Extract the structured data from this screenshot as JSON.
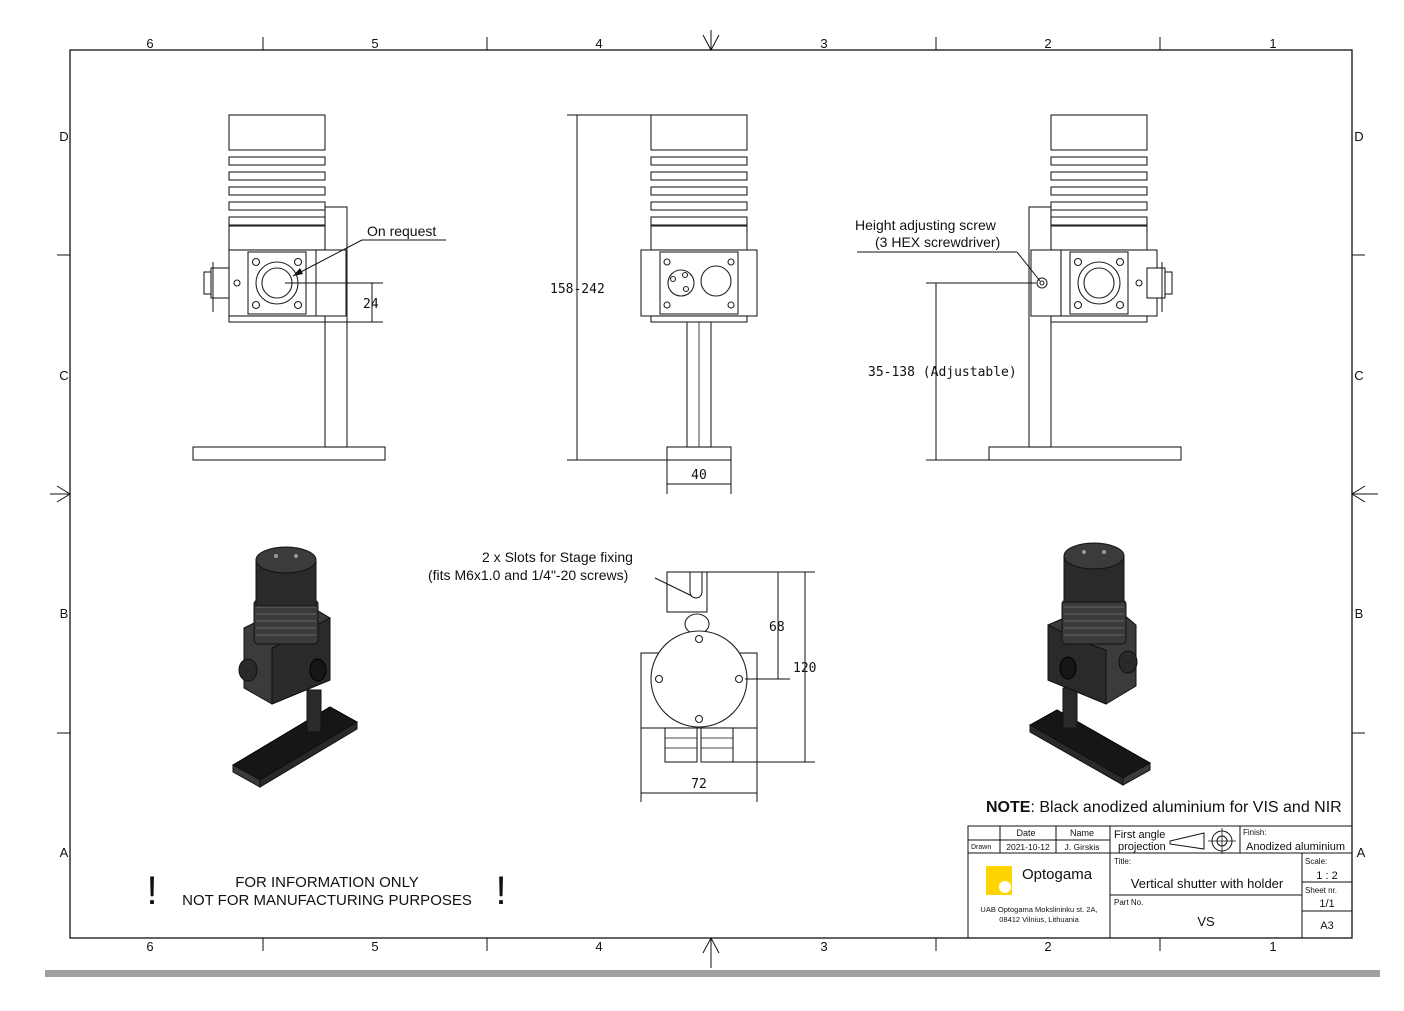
{
  "zones": {
    "columns": [
      "6",
      "5",
      "4",
      "3",
      "2",
      "1"
    ],
    "rows": [
      "D",
      "C",
      "B",
      "A"
    ]
  },
  "annotations": {
    "on_request": "On request",
    "height_screw": "Height adjusting screw",
    "height_screw_note": "(3 HEX screwdriver)",
    "slots": "2 x Slots for Stage fixing",
    "slots_note": "(fits M6x1.0 and 1/4\"-20 screws)"
  },
  "dimensions": {
    "offset_24": "24",
    "height_range": "158-242",
    "base_width_40": "40",
    "adjustable": "35-138 (Adjustable)",
    "dim_68": "68",
    "dim_120": "120",
    "dim_72": "72"
  },
  "warning": {
    "mark": "!",
    "line1": "FOR INFORMATION ONLY",
    "line2": "NOT FOR MANUFACTURING PURPOSES"
  },
  "note": {
    "label": "NOTE",
    "text": ": Black anodized aluminium for VIS and NIR"
  },
  "title_block": {
    "date_header": "Date",
    "name_header": "Name",
    "drawn_label": "Drawn",
    "date": "2021-10-12",
    "name": "J. Girskis",
    "projection_line1": "First angle",
    "projection_line2": "projection",
    "finish_label": "Finish:",
    "finish": "Anodized aluminium",
    "company": "Optogama",
    "address_line1": "UAB Optogama Mokslininku st. 2A,",
    "address_line2": "08412 Vilnius, Lithuania",
    "title_label": "Title:",
    "title": "Vertical shutter with holder",
    "part_no_label": "Part No.",
    "part_no": "VS",
    "scale_label": "Scale:",
    "scale": "1 : 2",
    "sheet_label": "Sheet nr.",
    "sheet": "1/1",
    "format": "A3"
  },
  "colors": {
    "logo_yellow": "#ffd400",
    "bottom_bar": "#a0a0a0"
  }
}
